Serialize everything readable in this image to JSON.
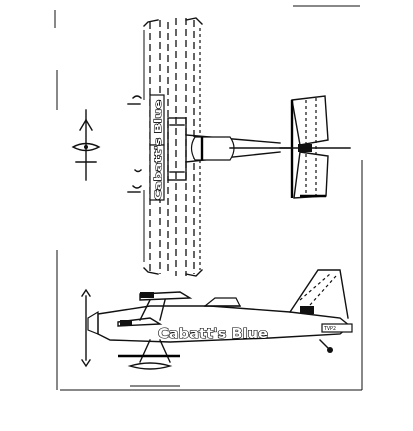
{
  "aircraft": {
    "side_lettering": "Cabatt's Blue",
    "wing_lettering": "Cabatt's Blue",
    "registration": "TVP2"
  },
  "colors": {
    "ink": "#111111",
    "paper": "#ffffff"
  }
}
